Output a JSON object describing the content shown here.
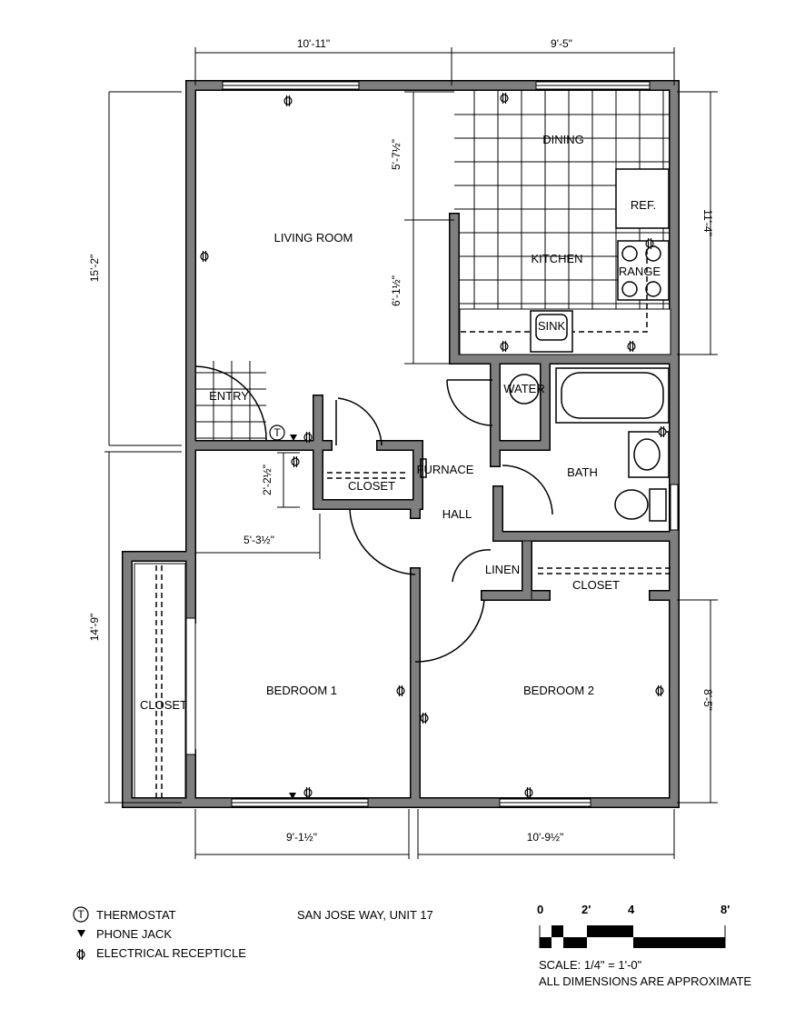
{
  "rooms": {
    "living": "LIVING ROOM",
    "dining": "DINING",
    "kitchen": "KITCHEN",
    "ref": "REF.",
    "range": "RANGE",
    "sink": "SINK",
    "entry": "ENTRY",
    "water": "WATER",
    "bath": "BATH",
    "hall": "HALL",
    "furnace": "FURNACE",
    "closet_hall": "CLOSET",
    "linen": "LINEN",
    "closet_bed2": "CLOSET",
    "closet_bed1": "CLOSET",
    "bedroom1": "BEDROOM 1",
    "bedroom2": "BEDROOM 2"
  },
  "dimensions": {
    "top_left": "10'-11\"",
    "top_right": "9'-5\"",
    "left_upper": "15'-2\"",
    "left_lower": "14'-9\"",
    "right_upper": "11'-4\"",
    "right_lower": "8'-5\"",
    "dining_depth": "5'-7½\"",
    "kitchen_depth": "6'-1½\"",
    "hall_small": "2'-2½\"",
    "bed1_inner": "5'-3½\"",
    "bottom_left": "9'-1½\"",
    "bottom_right": "10'-9½\""
  },
  "legend": {
    "thermostat_symbol": "T",
    "thermostat": "THERMOSTAT",
    "phone": "PHONE JACK",
    "outlet": "ELECTRICAL RECEPTICLE"
  },
  "title": "SAN JOSE WAY, UNIT 17",
  "scale": {
    "ticks": [
      "0",
      "2'",
      "4",
      "8'"
    ],
    "label": "SCALE: 1/4\" = 1'-0\"",
    "note": "ALL DIMENSIONS ARE APPROXIMATE"
  }
}
